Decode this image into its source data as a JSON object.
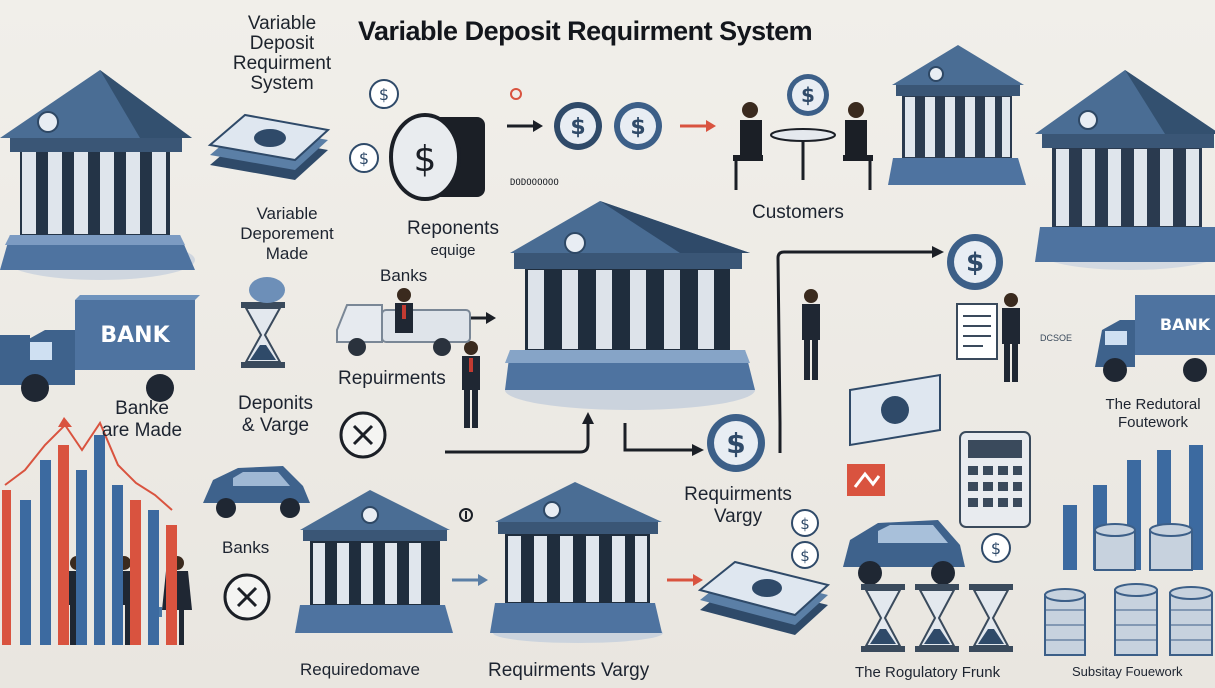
{
  "title": "Variable Deposit Requirment System",
  "labels": {
    "side_title_1": "Variable",
    "side_title_2": "Deposit",
    "side_title_3": "Requirment",
    "side_title_4": "System",
    "variable_1": "Variable",
    "variable_2": "Deporement",
    "variable_3": "Made",
    "reponents_1": "Reponents",
    "reponents_2": "equige",
    "customers": "Customers",
    "banks_mid": "Banks",
    "repuirments": "Repuirments",
    "banke_1": "Banke",
    "banke_2": "are Made",
    "deponits_1": "Deponits",
    "deponits_2": "& Varge",
    "requirments_varyy_1": "Requirments",
    "requirments_varyy_2": "Vargy",
    "banks_low": "Banks",
    "requiredomave": "Requiredomave",
    "requirments_vargy_bottom": "Requirments Vargy",
    "regulatory_frunk": "The Rogulatory Frunk",
    "the_redutoral_1": "The  Redutoral",
    "the_redutoral_2": "Foutework",
    "bottom_right": "Subsitay Fouework",
    "truck_text": "BANK",
    "truck_text_right": "BANK",
    "dotted_text": "DODOOOOOO",
    "small_note": "DCSOE"
  },
  "colors": {
    "roof": "#3f5f82",
    "roof_dark": "#2d4663",
    "column": "#d8dee6",
    "base": "#5d7ea3",
    "coin": "#4a78a6",
    "accent_red": "#d9533f",
    "bar_blue": "#3c6aa0"
  }
}
